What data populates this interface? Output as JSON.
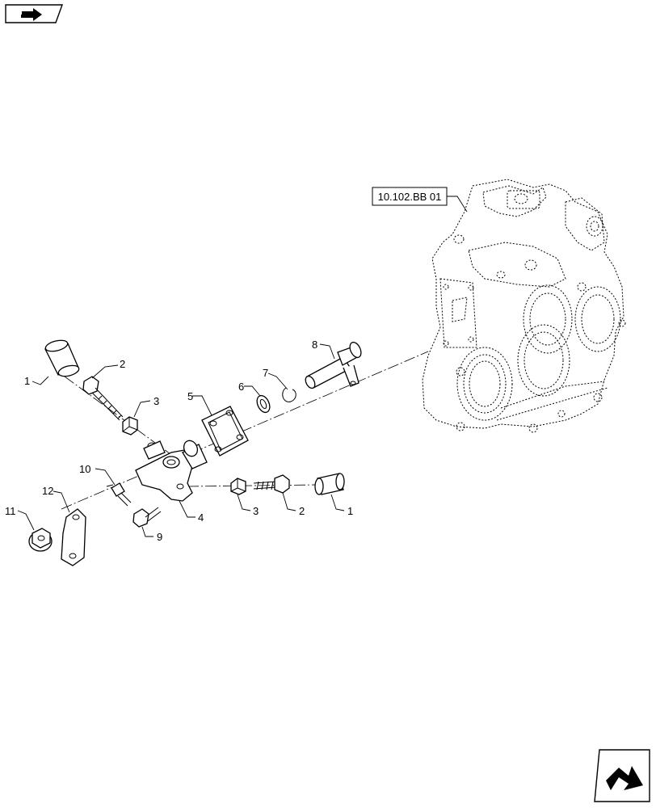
{
  "reference": {
    "text": "10.102.BB 01"
  },
  "callouts": [
    "1",
    "2",
    "3",
    "5",
    "6",
    "7",
    "8",
    "10",
    "12",
    "11",
    "9",
    "4",
    "3",
    "2",
    "1"
  ],
  "icons": {
    "top_left": "back-arrow-icon",
    "bottom_right": "next-arrow-icon"
  }
}
